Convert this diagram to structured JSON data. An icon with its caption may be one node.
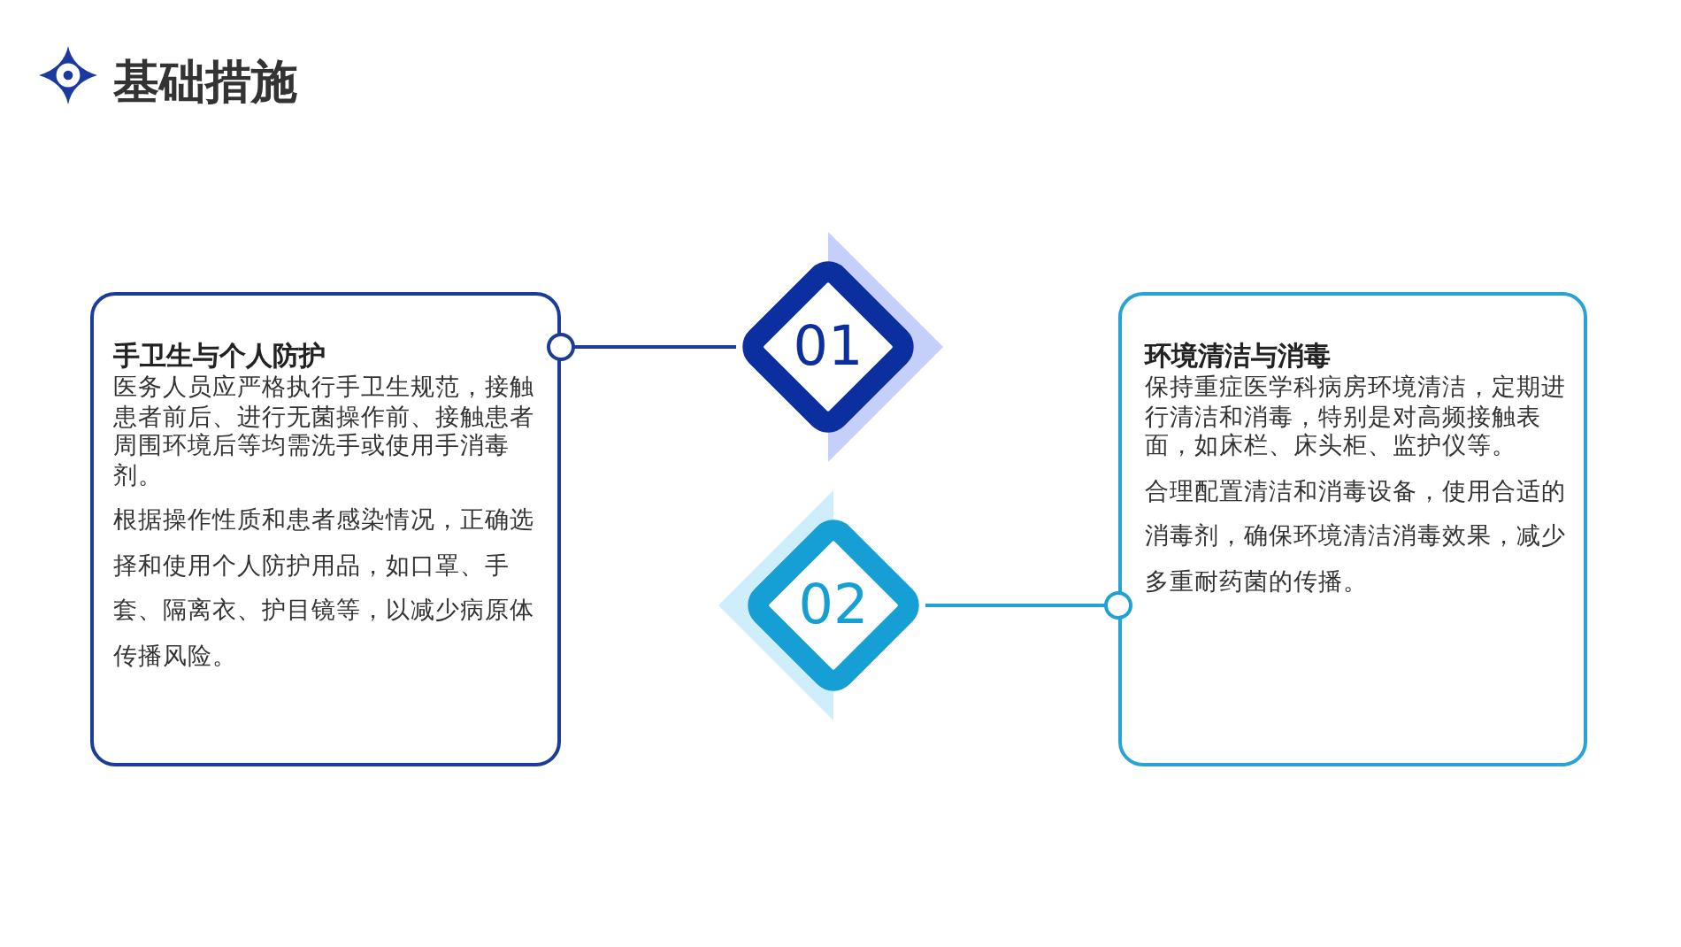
{
  "diagram": {
    "title": "基础措施",
    "nodes": [
      {
        "text": [
          "手卫生与个人防护",
          "医务人员应严格执行手卫生规范，接触患者前后、进行无菌操作前、接触患者周围环境后等均需洗手或使用手消毒剂。",
          "根据操作性质和患者感染情况，正确选择和使用个人防护用品，如口罩、手套、隔离衣、护目镜等，以减少病原体传播风险。"
        ]
      },
      {
        "text": [
          "01"
        ]
      },
      {
        "text": [
          "02"
        ]
      },
      {
        "text": [
          "环境清洁与消毒",
          "保持重症医学科病房环境清洁，定期进行清洁和消毒，特别是对高频接触表面，如床栏、床头柜、监护仪等。",
          "合理配置清洁和消毒设备，使用合适的消毒剂，确保环境清洁消毒效果，减少多重耐药菌的传播。"
        ]
      }
    ],
    "edges": [
      {
        "from": 1,
        "to": 0,
        "arrow": "other",
        "color": "#1d3c98"
      },
      {
        "from": 2,
        "to": 3,
        "arrow": "other",
        "color": "#1fa1d5"
      }
    ]
  }
}
